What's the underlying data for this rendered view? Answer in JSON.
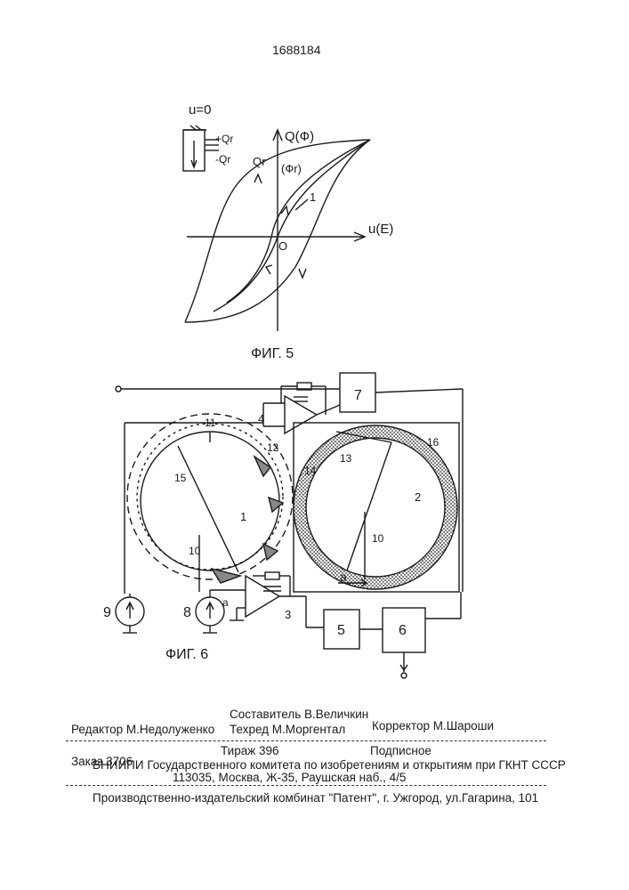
{
  "patent_number": "1688184",
  "fig5": {
    "caption": "ФИГ. 5",
    "label_u0": "u=0",
    "label_plus_q": "+Qr",
    "label_minus_q": "-Qr",
    "axis_y": "Q(Ф)",
    "axis_x": "u(E)",
    "label_qr": "Qr",
    "label_phir": "(Фr)",
    "label_1": "1",
    "label_origin": "O"
  },
  "fig6": {
    "caption": "ФИГ. 6",
    "block_7": "7",
    "block_4": "4",
    "block_3": "3",
    "block_5": "5",
    "block_6": "6",
    "label_11": "11",
    "label_12": "12",
    "label_15": "15",
    "label_1": "1",
    "label_10_left": "10",
    "label_14": "14",
    "label_13": "13",
    "label_16": "16",
    "label_2": "2",
    "label_10_right": "10",
    "label_a_right": "a",
    "label_a_left": "a",
    "source_9": "9",
    "source_8": "8"
  },
  "credits": {
    "compiler": "Составитель  В.Величкин",
    "editor": "Редактор  М.Недолуженко",
    "techred": "Техред М.Моргентал",
    "corrector": "Корректор  М.Шароши",
    "order": "Заказ  3706",
    "circulation": "Тираж  396",
    "subscription": "Подписное",
    "institute": "ВНИИПИ Государственного комитета по изобретениям и открытиям при ГКНТ СССР",
    "address": "113035, Москва, Ж-35, Раушская наб., 4/5",
    "publisher": "Производственно-издательский комбинат \"Патент\", г. Ужгород, ул.Гагарина, 101"
  }
}
